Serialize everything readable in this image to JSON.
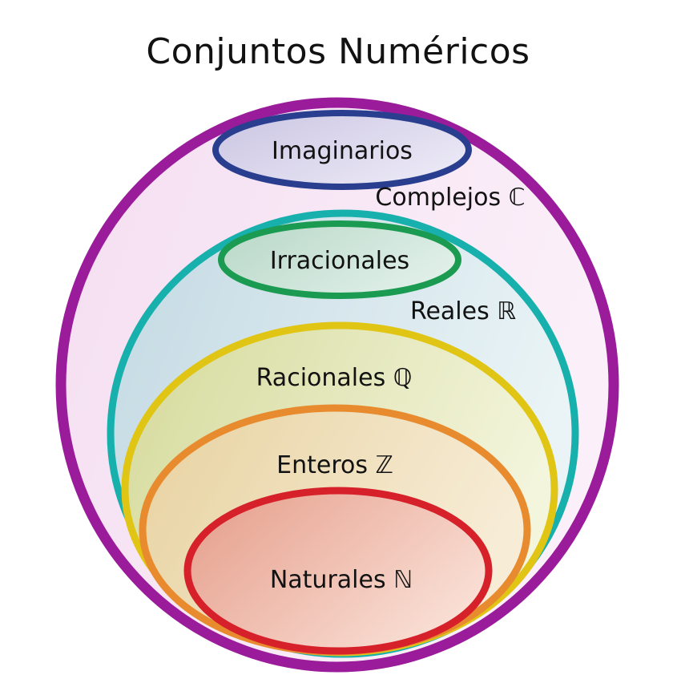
{
  "title": "Conjuntos Numéricos",
  "diagram": {
    "description": "Nested Euler diagram of number sets",
    "text_color": "#121212",
    "background_color": "#ffffff",
    "sets": [
      {
        "name": "Complejos",
        "label": "Complejos ℂ",
        "symbol": "ℂ",
        "border_color": "#9a1c9b",
        "fill_start": "#f4def1",
        "fill_end": "#fbf0f9"
      },
      {
        "name": "Reales",
        "label": "Reales ℝ",
        "symbol": "ℝ",
        "border_color": "#17b0ad",
        "fill_start": "#c3d9e3",
        "fill_end": "#eaf4f6"
      },
      {
        "name": "Racionales",
        "label": "Racionales ℚ",
        "symbol": "ℚ",
        "border_color": "#e0c514",
        "fill_start": "#d5da9b",
        "fill_end": "#f3f5dc"
      },
      {
        "name": "Enteros",
        "label": "Enteros ℤ",
        "symbol": "ℤ",
        "border_color": "#e88b2f",
        "fill_start": "#e7d2a0",
        "fill_end": "#f7ecd6"
      },
      {
        "name": "Naturales",
        "label": "Naturales ℕ",
        "symbol": "ℕ",
        "border_color": "#d6212a",
        "fill_start": "#e59c89",
        "fill_end": "#f9ded4"
      },
      {
        "name": "Imaginarios",
        "label": "Imaginarios",
        "symbol": "",
        "border_color": "#2a3e8f",
        "fill_start": "#cbc5e2",
        "fill_end": "#ebe8f6"
      },
      {
        "name": "Irracionales",
        "label": "Irracionales",
        "symbol": "",
        "border_color": "#1a9b51",
        "fill_start": "#b7d7c6",
        "fill_end": "#dfefe8"
      }
    ]
  }
}
